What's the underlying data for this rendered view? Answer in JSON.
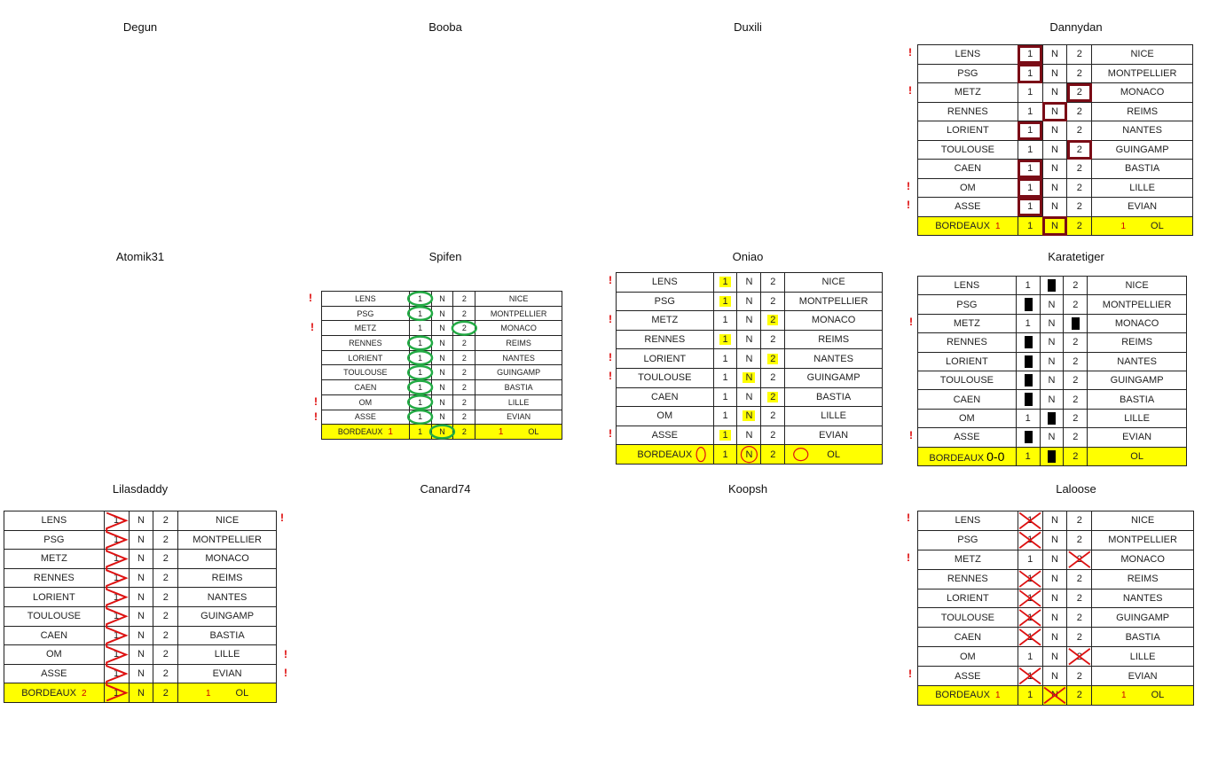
{
  "players": [
    "Degun",
    "Booba",
    "Duxili",
    "Dannydan",
    "Atomik31",
    "Spifen",
    "Oniao",
    "Karatetiger",
    "Lilasdaddy",
    "Canard74",
    "Koopsh",
    "Laloose"
  ],
  "matches": [
    {
      "home": "LENS",
      "away": "NICE"
    },
    {
      "home": "PSG",
      "away": "MONTPELLIER"
    },
    {
      "home": "METZ",
      "away": "MONACO"
    },
    {
      "home": "RENNES",
      "away": "REIMS"
    },
    {
      "home": "LORIENT",
      "away": "NANTES"
    },
    {
      "home": "TOULOUSE",
      "away": "GUINGAMP"
    },
    {
      "home": "CAEN",
      "away": "BASTIA"
    },
    {
      "home": "OM",
      "away": "LILLE"
    },
    {
      "home": "ASSE",
      "away": "EVIAN"
    },
    {
      "home": "BORDEAUX",
      "away": "OL"
    }
  ],
  "options": [
    "1",
    "N",
    "2"
  ],
  "grids": {
    "dannydan": {
      "picks": [
        "1",
        "1",
        "2",
        "N",
        "1",
        "2",
        "1",
        "1",
        "1",
        "N"
      ],
      "score_home": "1",
      "score_away": "1",
      "style": "box",
      "mark_color": "#7a0c16"
    },
    "spifen": {
      "picks": [
        "1",
        "1",
        "2",
        "1",
        "1",
        "1",
        "1",
        "1",
        "1",
        "N"
      ],
      "score_home": "1",
      "score_away": "1",
      "style": "circle",
      "mark_color": "#22aa44"
    },
    "oniao": {
      "picks": [
        "1",
        "1",
        "2",
        "1",
        "2",
        "N",
        "2",
        "N",
        "1",
        "N"
      ],
      "score_home": "",
      "score_away": "",
      "style": "highlight",
      "mark_color": "#ffff00"
    },
    "karatetiger": {
      "picks": [
        "N",
        "1",
        "2",
        "1",
        "1",
        "1",
        "1",
        "N",
        "1",
        "N"
      ],
      "score_home": "0-0",
      "score_away": "",
      "style": "fill",
      "mark_color": "#000000"
    },
    "lilasdaddy": {
      "picks": [
        "1",
        "1",
        "1",
        "1",
        "1",
        "1",
        "1",
        "1",
        "1",
        "1"
      ],
      "score_home": "2",
      "score_away": "1",
      "style": "scribble",
      "mark_color": "#dd1111"
    },
    "laloose": {
      "picks": [
        "1",
        "1",
        "2",
        "1",
        "1",
        "1",
        "1",
        "2",
        "1",
        "N"
      ],
      "score_home": "1",
      "score_away": "1",
      "style": "cross",
      "mark_color": "#dd1111"
    }
  },
  "tick_glyph": "!"
}
